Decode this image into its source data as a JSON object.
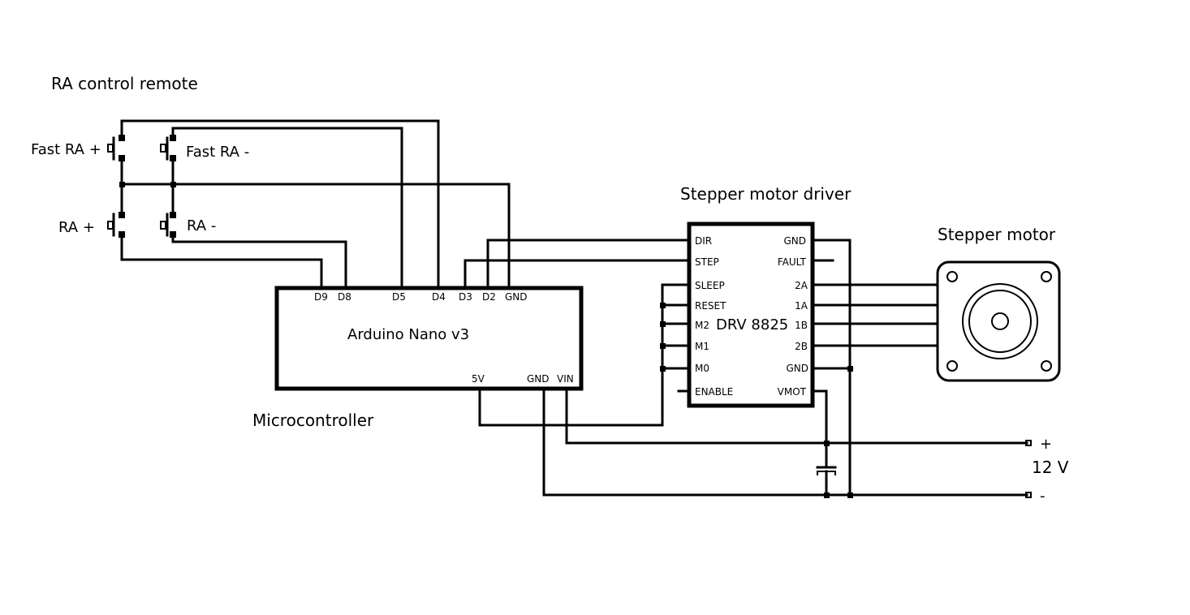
{
  "titles": {
    "remote": "RA control remote",
    "driver": "Stepper motor driver",
    "motor": "Stepper motor",
    "microcontroller": "Microcontroller"
  },
  "buttons": {
    "fast_ra_plus": "Fast RA +",
    "fast_ra_minus": "Fast RA -",
    "ra_plus": "RA +",
    "ra_minus": "RA -"
  },
  "arduino": {
    "name": "Arduino Nano v3",
    "top_pins": [
      "D9",
      "D8",
      "D5",
      "D4",
      "D3",
      "D2",
      "GND"
    ],
    "bottom_pins": [
      "5V",
      "GND",
      "VIN"
    ]
  },
  "driver": {
    "name": "DRV 8825",
    "left_pins": [
      "DIR",
      "STEP",
      "SLEEP",
      "RESET",
      "M2",
      "M1",
      "M0",
      "ENABLE"
    ],
    "right_pins": [
      "GND",
      "FAULT",
      "2A",
      "1A",
      "1B",
      "2B",
      "GND",
      "VMOT"
    ]
  },
  "power": {
    "plus": "+",
    "minus": "-",
    "voltage": "12 V"
  }
}
